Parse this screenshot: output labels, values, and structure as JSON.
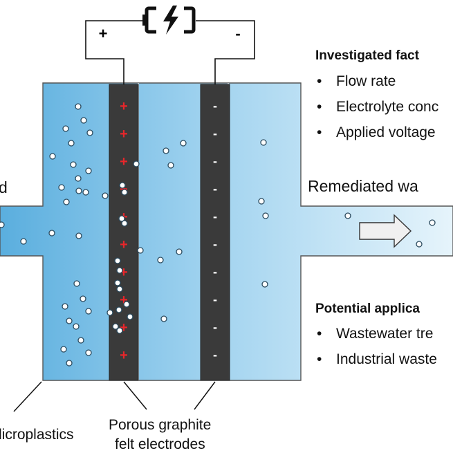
{
  "battery": {
    "positive_sign": "+",
    "negative_sign": "-"
  },
  "flow": {
    "inlet_label_fragment": "d",
    "outlet_label": "Remediated wa"
  },
  "investigated": {
    "heading": "Investigated fact",
    "items": [
      "Flow rate",
      "Electrolyte conc",
      "Applied voltage"
    ]
  },
  "applications": {
    "heading": "Potential applica",
    "items": [
      "Wastewater tre",
      "Industrial waste"
    ]
  },
  "electrodes": {
    "anode_mark": "+",
    "cathode_mark": "-",
    "caption_line1": "Porous graphite",
    "caption_line2": "felt electrodes"
  },
  "microplastics_label": "licroplastics",
  "bullet_char": "•",
  "colors": {
    "water_dark": "#5aaede",
    "water_light": "#e6f4fb",
    "electrode": "#3a3a3a",
    "anode_sign": "#e8262a",
    "cathode_sign": "#ffffff",
    "arrow_fill": "#f0f0f0"
  }
}
